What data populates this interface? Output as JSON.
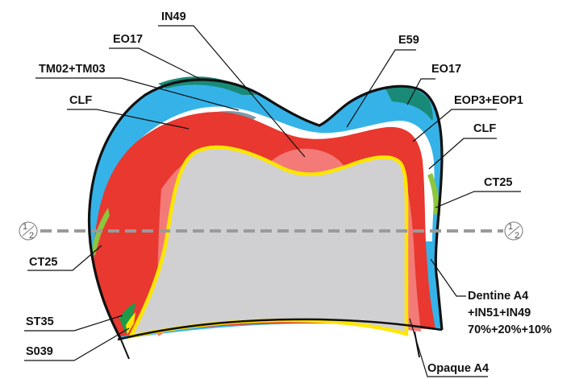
{
  "labels": {
    "in49": "IN49",
    "eo17_left": "EO17",
    "e59": "E59",
    "tm02_tm03": "TM02+TM03",
    "eo17_right": "EO17",
    "clf_left": "CLF",
    "eop3_eop1": "EOP3+EOP1",
    "clf_right": "CLF",
    "ct25_right": "CT25",
    "ct25_left": "CT25",
    "dentine_line1": "Dentine A4",
    "dentine_line2": "+IN51+IN49",
    "dentine_line3": "70%+20%+10%",
    "st35": "ST35",
    "s039": "S039",
    "opaque_a4": "Opaque A4"
  },
  "half_marker": {
    "numerator": "1",
    "denominator": "2"
  },
  "colors": {
    "enamel_blue": "#35b3e8",
    "dark_green": "#1a8a78",
    "white_layer": "#ffffff",
    "grey_blue_layer": "#7a9caa",
    "dentine_red": "#e8382f",
    "pink_intensive": "#f47a78",
    "green_ct25": "#8cc63f",
    "st35_green": "#1f9a4a",
    "opaque_yellow": "#ffe600",
    "core_grey": "#d0d0d3",
    "outline": "#111111",
    "midline_dash": "#9a9a9a"
  }
}
